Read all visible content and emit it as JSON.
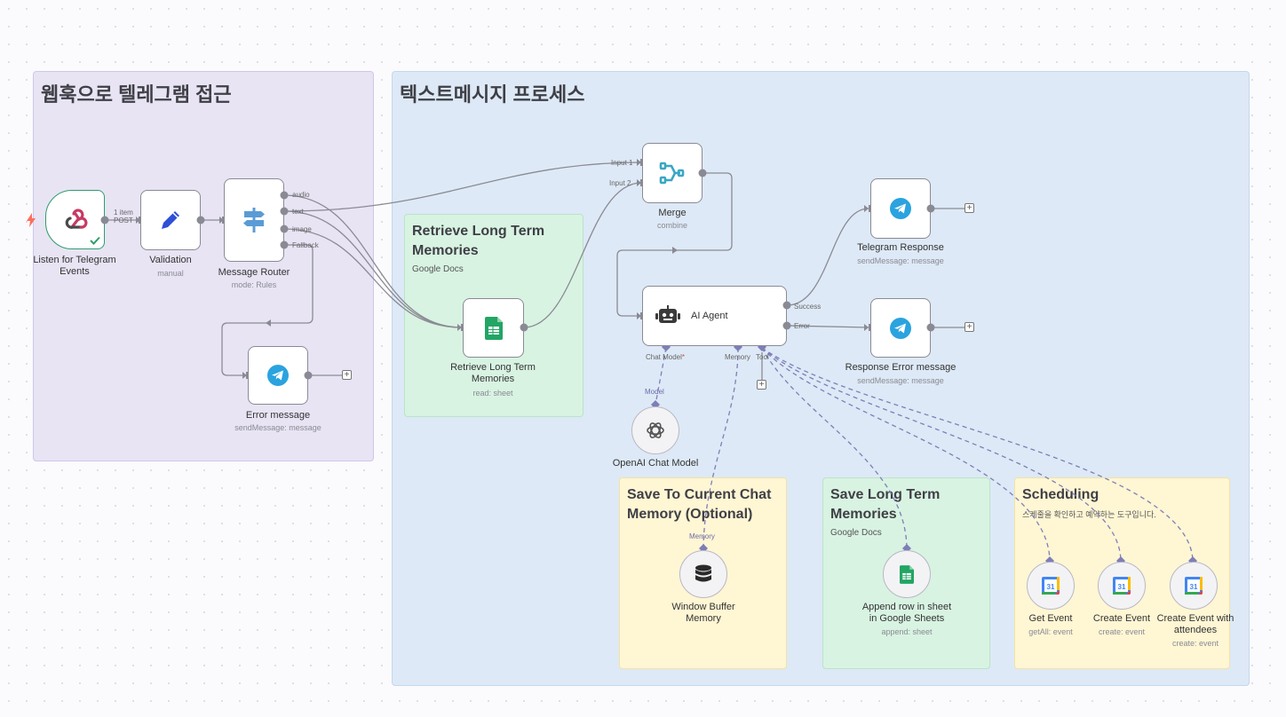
{
  "stickies": {
    "webhook_group": {
      "title": "웹훅으로 텔레그램 접근"
    },
    "text_process": {
      "title": "텍스트메시지 프로세스"
    },
    "retrieve_memories": {
      "title": "Retrieve Long Term Memories",
      "subtitle": "Google Docs"
    },
    "save_chat_memory": {
      "title": "Save To Current Chat Memory (Optional)"
    },
    "save_long_term": {
      "title": "Save Long Term Memories",
      "subtitle": "Google Docs"
    },
    "scheduling": {
      "title": "Scheduling",
      "subtitle": "스케줄을 확인하고 예약하는 도구입니다."
    }
  },
  "nodes": {
    "listen": {
      "label": "Listen for Telegram Events",
      "icon": "webhook-icon",
      "output_badge": "1 item",
      "output_method": "POST"
    },
    "validation": {
      "label": "Validation",
      "sub": "manual",
      "icon": "pencil-icon"
    },
    "router": {
      "label": "Message Router",
      "sub": "mode: Rules",
      "icon": "signpost-icon",
      "outputs": [
        "audio",
        "text",
        "image",
        "Fallback"
      ]
    },
    "error_message": {
      "label": "Error message",
      "sub": "sendMessage: message",
      "icon": "telegram-icon"
    },
    "retrieve": {
      "label": "Retrieve Long Term Memories",
      "sub": "read: sheet",
      "icon": "google-sheets-icon"
    },
    "merge": {
      "label": "Merge",
      "sub": "combine",
      "icon": "merge-icon",
      "inputs": [
        "Input 1",
        "Input 2"
      ]
    },
    "ai_agent": {
      "label": "AI Agent",
      "icon": "robot-icon",
      "outputs": [
        "Success",
        "Error"
      ],
      "ports": {
        "chat_model": "Chat Model",
        "chat_model_required": "*",
        "memory": "Memory",
        "tool": "Tool"
      }
    },
    "telegram_response": {
      "label": "Telegram Response",
      "sub": "sendMessage: message",
      "icon": "telegram-icon"
    },
    "response_error": {
      "label": "Response Error message",
      "sub": "sendMessage: message",
      "icon": "telegram-icon"
    },
    "openai": {
      "label": "OpenAI Chat Model",
      "port": "Model",
      "icon": "openai-icon"
    },
    "window_buffer": {
      "label": "Window Buffer Memory",
      "port": "Memory",
      "icon": "database-icon"
    },
    "append_row": {
      "label": "Append row in sheet in Google Sheets",
      "sub": "append: sheet",
      "icon": "google-sheets-icon"
    },
    "get_event": {
      "label": "Get Event",
      "sub": "getAll: event",
      "icon": "google-calendar-icon",
      "cal_day": "31"
    },
    "create_event": {
      "label": "Create Event",
      "sub": "create: event",
      "icon": "google-calendar-icon",
      "cal_day": "31"
    },
    "create_event_attendees": {
      "label": "Create Event with attendees",
      "sub": "create: event",
      "icon": "google-calendar-icon",
      "cal_day": "31"
    }
  },
  "add_button_symbol": "+",
  "colors": {
    "wire": "#8a8a94",
    "tool_wire": "#7e7eb8",
    "webhook_border": "#2e9e6b",
    "telegram": "#2aa3df",
    "sheets": "#22a565",
    "merge": "#3aa7c4",
    "pencil": "#2f4fd6",
    "router": "#5b9bd5",
    "trigger_bolt": "#ff6d5a"
  }
}
